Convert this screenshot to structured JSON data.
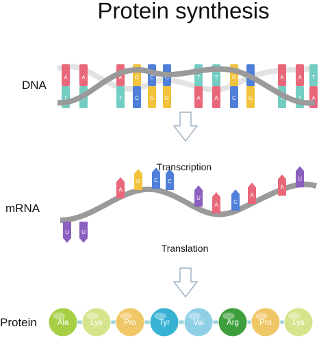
{
  "title": "Protein synthesis",
  "labels": {
    "dna": "DNA",
    "mrna": "mRNA",
    "protein": "Protein",
    "transcription": "Transcription",
    "translation": "Translation"
  },
  "colors": {
    "A": "#e9677a",
    "T": "#73cdc2",
    "C": "#4f7fd8",
    "G": "#f2c23c",
    "U": "#8b5fbf",
    "backbone": "#9a9a9a",
    "backbone_light": "#e3e3e3",
    "arrow_stroke": "#8aa0b8"
  },
  "dna": {
    "top_strand": [
      "A",
      "A",
      "A",
      "G",
      "C",
      "C",
      "T",
      "T",
      "G",
      "C",
      "A",
      "A",
      "T"
    ],
    "bottom_strand": [
      "T",
      "T",
      "T",
      "C",
      "G",
      "G",
      "A",
      "A",
      "C",
      "G",
      "T",
      "T",
      "A"
    ]
  },
  "mrna": {
    "bases": [
      "U",
      "U",
      "A",
      "G",
      "C",
      "C",
      "U",
      "A",
      "C",
      "A",
      "A",
      "U"
    ]
  },
  "protein": {
    "chain": [
      {
        "name": "Ala",
        "color": "#a6cf45"
      },
      {
        "name": "Lys",
        "color": "#d4e58c"
      },
      {
        "name": "Pro",
        "color": "#f0c766"
      },
      {
        "name": "Tyr",
        "color": "#37b2d5"
      },
      {
        "name": "Val",
        "color": "#8fd0e6"
      },
      {
        "name": "Arg",
        "color": "#3c9e3c"
      },
      {
        "name": "Pro",
        "color": "#f0c766"
      },
      {
        "name": "Lys",
        "color": "#d4e58c"
      }
    ]
  }
}
